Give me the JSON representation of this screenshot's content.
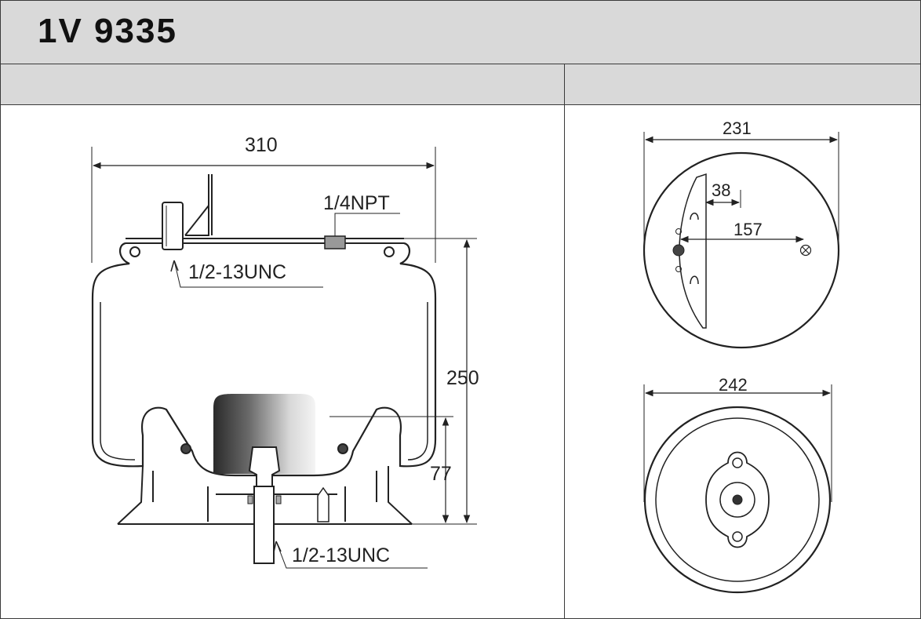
{
  "header": {
    "part_number": "1V 9335"
  },
  "side_view": {
    "width_label": "310",
    "height_label": "250",
    "piston_height_label": "77",
    "air_fitting_label": "1/4NPT",
    "top_stud_label": "1/2-13UNC",
    "bottom_stud_label": "1/2-13UNC"
  },
  "top_view": {
    "diameter_label": "231",
    "offset_label": "38",
    "stud_spacing_label": "157"
  },
  "bottom_view": {
    "diameter_label": "242"
  },
  "colors": {
    "header_bg": "#d9d9d9",
    "line": "#222222",
    "border": "#3a3a3a"
  }
}
